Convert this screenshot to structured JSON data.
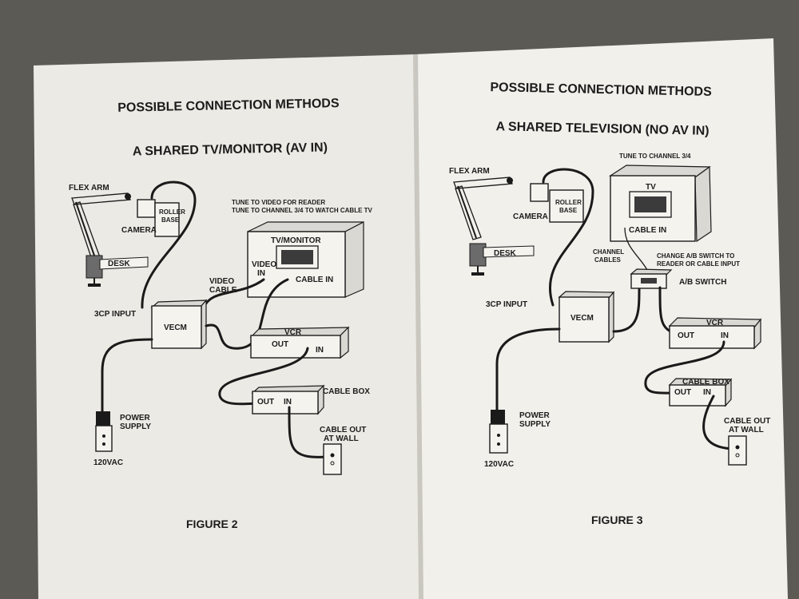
{
  "left_page": {
    "title": "POSSIBLE CONNECTION METHODS",
    "subtitle": "A SHARED TV/MONITOR (AV IN)",
    "labels": {
      "flex_arm": "FLEX ARM",
      "roller": "ROLLER",
      "base": "BASE",
      "camera": "CAMERA",
      "desk": "DESK",
      "tune_video": "TUNE TO VIDEO FOR READER",
      "tune_channel": "TUNE TO CHANNEL 3/4 TO WATCH CABLE TV",
      "tv_monitor": "TV/MONITOR",
      "video_in_1": "VIDEO",
      "video_in_2": "IN",
      "cable_in": "CABLE IN",
      "video_cable_1": "VIDEO",
      "video_cable_2": "CABLE",
      "cp_input": "3CP INPUT",
      "vecm": "VECM",
      "vcr": "VCR",
      "vcr_out": "OUT",
      "vcr_in": "IN",
      "cable_box": "CABLE BOX",
      "cb_out": "OUT",
      "cb_in": "IN",
      "power_1": "POWER",
      "power_2": "SUPPLY",
      "vac": "120VAC",
      "cable_out_1": "CABLE OUT",
      "cable_out_2": "AT WALL",
      "figure": "FIGURE 2"
    }
  },
  "right_page": {
    "title": "POSSIBLE CONNECTION METHODS",
    "subtitle": "A SHARED TELEVISION (NO AV IN)",
    "labels": {
      "tune_channel": "TUNE TO CHANNEL 3/4",
      "tv": "TV",
      "cable_in": "CABLE IN",
      "flex_arm": "FLEX ARM",
      "roller": "ROLLER",
      "base": "BASE",
      "camera": "CAMERA",
      "desk": "DESK",
      "channel_1": "CHANNEL",
      "channel_2": "CABLES",
      "change_ab_1": "CHANGE A/B SWITCH TO",
      "change_ab_2": "READER OR CABLE INPUT",
      "ab_switch": "A/B SWITCH",
      "cp_input": "3CP INPUT",
      "vecm": "VECM",
      "vcr": "VCR",
      "vcr_out": "OUT",
      "vcr_in": "IN",
      "cable_box": "CABLE BOX",
      "cb_out": "OUT",
      "cb_in": "IN",
      "power_1": "POWER",
      "power_2": "SUPPLY",
      "vac": "120VAC",
      "cable_out_1": "CABLE OUT",
      "cable_out_2": "AT WALL",
      "figure": "FIGURE 3"
    }
  },
  "colors": {
    "background": "#5b5a55",
    "paper_left": "#efeee9",
    "paper_right": "#f2f1ec",
    "ink": "#1c1c1c"
  }
}
